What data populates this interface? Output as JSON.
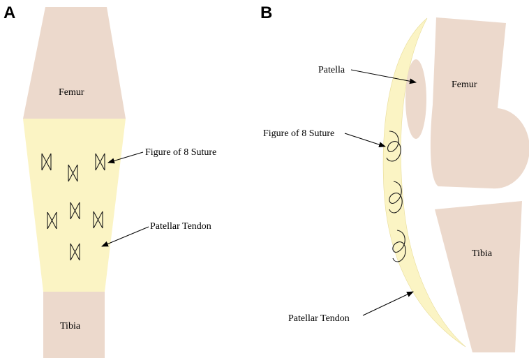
{
  "colors": {
    "bone": "#ecd9cc",
    "tendon": "#fbf4c4",
    "suture": "#1a1a1a",
    "arrow": "#000000"
  },
  "panel_a": {
    "letter": "A",
    "femur_label": "Femur",
    "tibia_label": "Tibia",
    "suture_label": "Figure of 8 Suture",
    "tendon_label": "Patellar Tendon"
  },
  "panel_b": {
    "letter": "B",
    "patella_label": "Patella",
    "femur_label": "Femur",
    "suture_label": "Figure of 8 Suture",
    "tibia_label": "Tibia",
    "tendon_label": "Patellar Tendon"
  }
}
